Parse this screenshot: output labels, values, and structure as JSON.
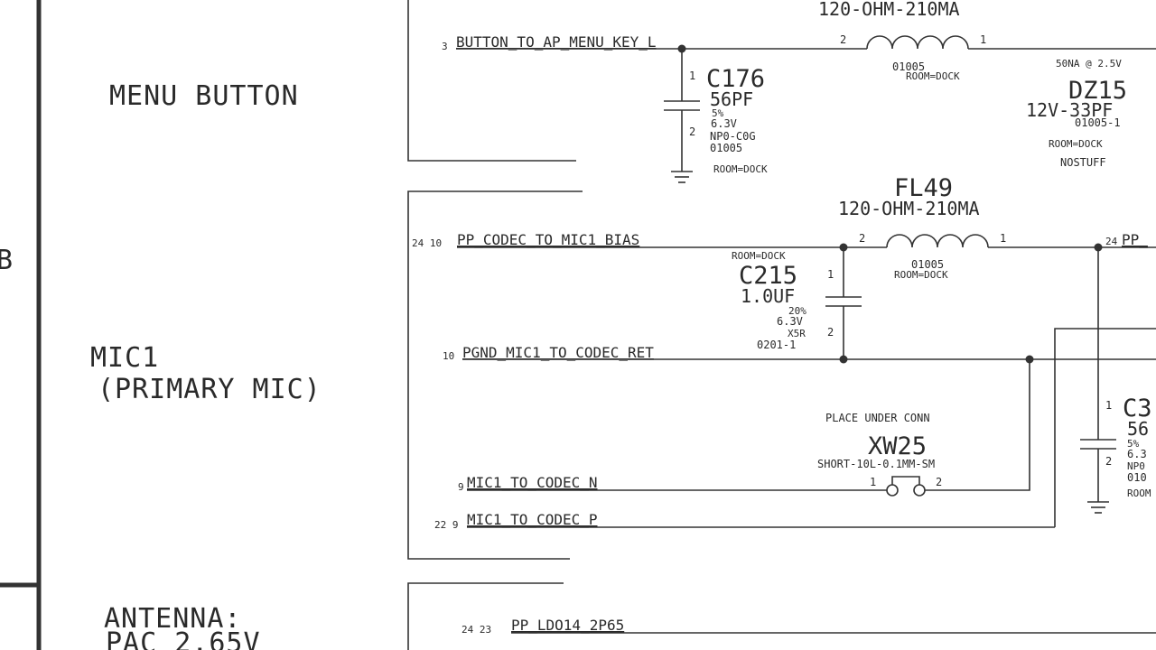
{
  "sections": {
    "menu_button": "MENU BUTTON",
    "mic1_line1": "MIC1",
    "mic1_line2": "(PRIMARY MIC)",
    "antenna_line1": "ANTENNA:",
    "antenna_line2": "PAC 2.65V",
    "zone_letter": "B"
  },
  "nets": {
    "button": {
      "ref": "3",
      "name": "BUTTON_TO_AP_MENU_KEY_L"
    },
    "mic_bias": {
      "ref": "24 10",
      "name": "PP_CODEC_TO_MIC1_BIAS"
    },
    "pgnd": {
      "ref": "10",
      "name": "PGND_MIC1_TO_CODEC_RET"
    },
    "mic_n": {
      "ref": "9",
      "name": "MIC1_TO_CODEC_N"
    },
    "mic_p": {
      "ref": "22 9",
      "name": "MIC1_TO_CODEC_P"
    },
    "ldo": {
      "ref": "24 23",
      "name": "PP_LDO14_2P65"
    },
    "pp_right": {
      "ref": "24",
      "name": "PP_"
    }
  },
  "components": {
    "fl_top": {
      "value": "120-OHM-210MA",
      "pin_left": "2",
      "pin_right": "1",
      "package": "01005",
      "room": "ROOM=DOCK"
    },
    "c176": {
      "ref": "C176",
      "value": "56PF",
      "tol": "5%",
      "voltage": "6.3V",
      "dielectric": "NP0-C0G",
      "package": "01005",
      "room": "ROOM=DOCK",
      "pin1": "1",
      "pin2": "2"
    },
    "dz15": {
      "note": "50NA @ 2.5V",
      "ref": "DZ15",
      "value": "12V-33PF",
      "package": "01005-1",
      "room": "ROOM=DOCK",
      "stuff": "NOSTUFF"
    },
    "fl49": {
      "ref": "FL49",
      "value": "120-OHM-210MA",
      "pin_left": "2",
      "pin_right": "1",
      "package": "01005",
      "room": "ROOM=DOCK"
    },
    "c215": {
      "room": "ROOM=DOCK",
      "ref": "C215",
      "value": "1.0UF",
      "tol": "20%",
      "voltage": "6.3V",
      "dielectric": "X5R",
      "package": "0201-1",
      "pin1": "1",
      "pin2": "2"
    },
    "xw25": {
      "note": "PLACE UNDER CONN",
      "ref": "XW25",
      "value": "SHORT-10L-0.1MM-SM",
      "pin1": "1",
      "pin2": "2"
    },
    "c3x": {
      "ref": "C3",
      "value": "56",
      "tol": "5%",
      "voltage": "6.3",
      "dielectric": "NP0",
      "package": "010",
      "room": "ROOM",
      "pin1": "1",
      "pin2": "2"
    }
  }
}
